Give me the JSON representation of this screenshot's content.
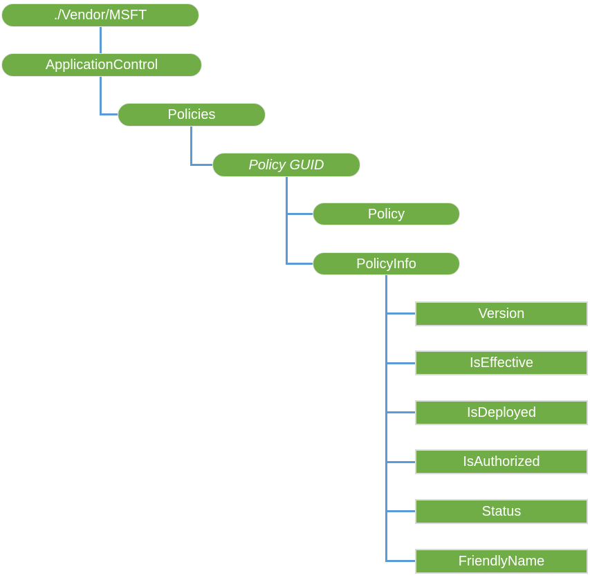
{
  "diagram": {
    "description": "Tree diagram of the ApplicationControl configuration service provider node hierarchy",
    "colors": {
      "node_fill": "#70AD47",
      "node_text": "#FFFFFF",
      "connector": "#5B9BD5",
      "leaf_border": "#D9D9D9"
    },
    "nodes": {
      "root": {
        "label": "./Vendor/MSFT",
        "shape": "pill",
        "italic": false
      },
      "application_control": {
        "label": "ApplicationControl",
        "shape": "pill",
        "italic": false
      },
      "policies": {
        "label": "Policies",
        "shape": "pill",
        "italic": false
      },
      "policy_guid": {
        "label": "Policy GUID",
        "shape": "pill",
        "italic": true
      },
      "policy": {
        "label": "Policy",
        "shape": "pill",
        "italic": false
      },
      "policy_info": {
        "label": "PolicyInfo",
        "shape": "pill",
        "italic": false
      },
      "leaves": [
        {
          "label": "Version",
          "shape": "rect"
        },
        {
          "label": "IsEffective",
          "shape": "rect"
        },
        {
          "label": "IsDeployed",
          "shape": "rect"
        },
        {
          "label": "IsAuthorized",
          "shape": "rect"
        },
        {
          "label": "Status",
          "shape": "rect"
        },
        {
          "label": "FriendlyName",
          "shape": "rect"
        }
      ]
    }
  }
}
